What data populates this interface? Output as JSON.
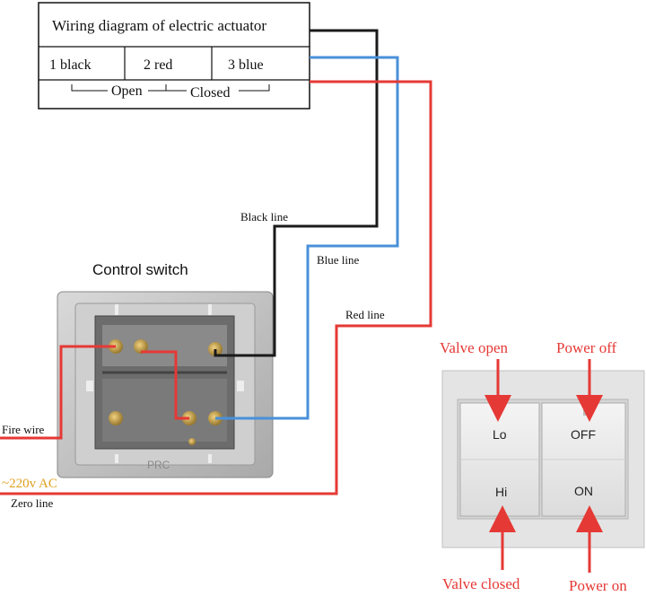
{
  "actuator_box": {
    "title": "Wiring diagram of electric actuator",
    "terminals": [
      "1 black",
      "2 red",
      "3 blue"
    ],
    "open_label": "Open",
    "closed_label": "Closed"
  },
  "wires": {
    "black_label": "Black line",
    "blue_label": "Blue line",
    "red_label": "Red line",
    "fire_label": "Fire wire",
    "zero_label": "Zero line",
    "voltage_label": "~220v AC",
    "colors": {
      "black": "#1a1a1a",
      "blue": "#4a90d9",
      "red": "#e53935",
      "voltage": "#e0a020"
    }
  },
  "control_switch": {
    "title": "Control switch",
    "plate_text": "PRC"
  },
  "rocker_switch": {
    "lo": "Lo",
    "hi": "Hi",
    "off": "OFF",
    "on": "ON",
    "valve_open": "Valve open",
    "valve_closed": "Valve closed",
    "power_off": "Power off",
    "power_on": "Power on",
    "annotation_color": "#e53935"
  }
}
